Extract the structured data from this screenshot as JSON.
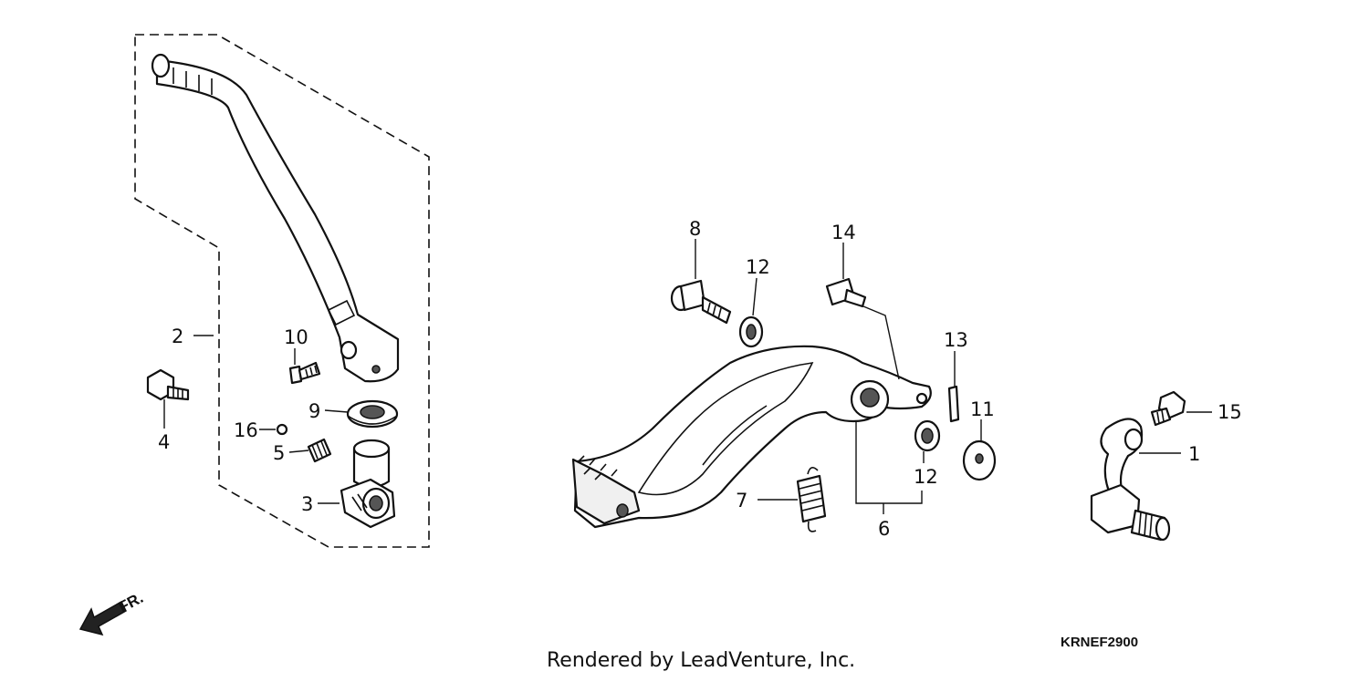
{
  "callouts": {
    "c1": "1",
    "c2": "2",
    "c3": "3",
    "c4": "4",
    "c5": "5",
    "c6": "6",
    "c7": "7",
    "c8": "8",
    "c9": "9",
    "c10": "10",
    "c11": "11",
    "c12a": "12",
    "c12b": "12",
    "c13": "13",
    "c14": "14",
    "c15": "15",
    "c16": "16"
  },
  "direction_label": "FR.",
  "footer": {
    "credit": "Rendered by LeadVenture, Inc.",
    "diagram_code": "KRNEF2900"
  },
  "icons": {
    "direction": "front-direction-arrow-icon"
  }
}
